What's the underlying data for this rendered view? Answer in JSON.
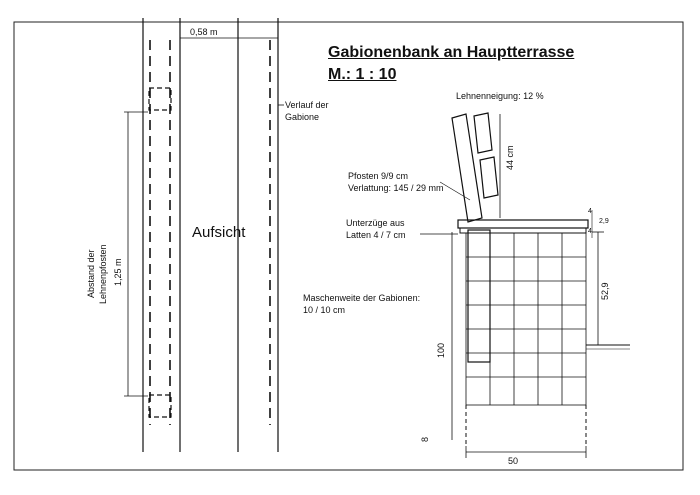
{
  "title": "Gabionenbank an Hauptterrasse",
  "scale": "M.: 1 : 10",
  "plan": {
    "view_label": "Aufsicht",
    "width_dim": "0,58 m",
    "gabion_note_line1": "Verlauf der",
    "gabion_note_line2": "Gabione",
    "post_spacing_line1": "Abstand der",
    "post_spacing_line2": "Lehnenpfosten",
    "post_spacing_value": "1,25 m"
  },
  "section": {
    "backrest_incline": "Lehnenneigung: 12 %",
    "posts_line1": "Pfosten 9/9 cm",
    "posts_line2": "Verlattung: 145 / 29 mm",
    "joists_line1": "Unterzüge aus",
    "joists_line2": "Latten  4 / 7 cm",
    "mesh_line1": "Maschenweite der Gabionen:",
    "mesh_line2": "10 / 10 cm",
    "dim_backrest": "44 cm",
    "dim_seat_height": "52,9",
    "dim_total_height": "100",
    "dim_width": "50",
    "dim_embed": "8",
    "dim_slat_top": "4",
    "dim_slat_mid": "2,9",
    "dim_slat_bottom": "4"
  }
}
